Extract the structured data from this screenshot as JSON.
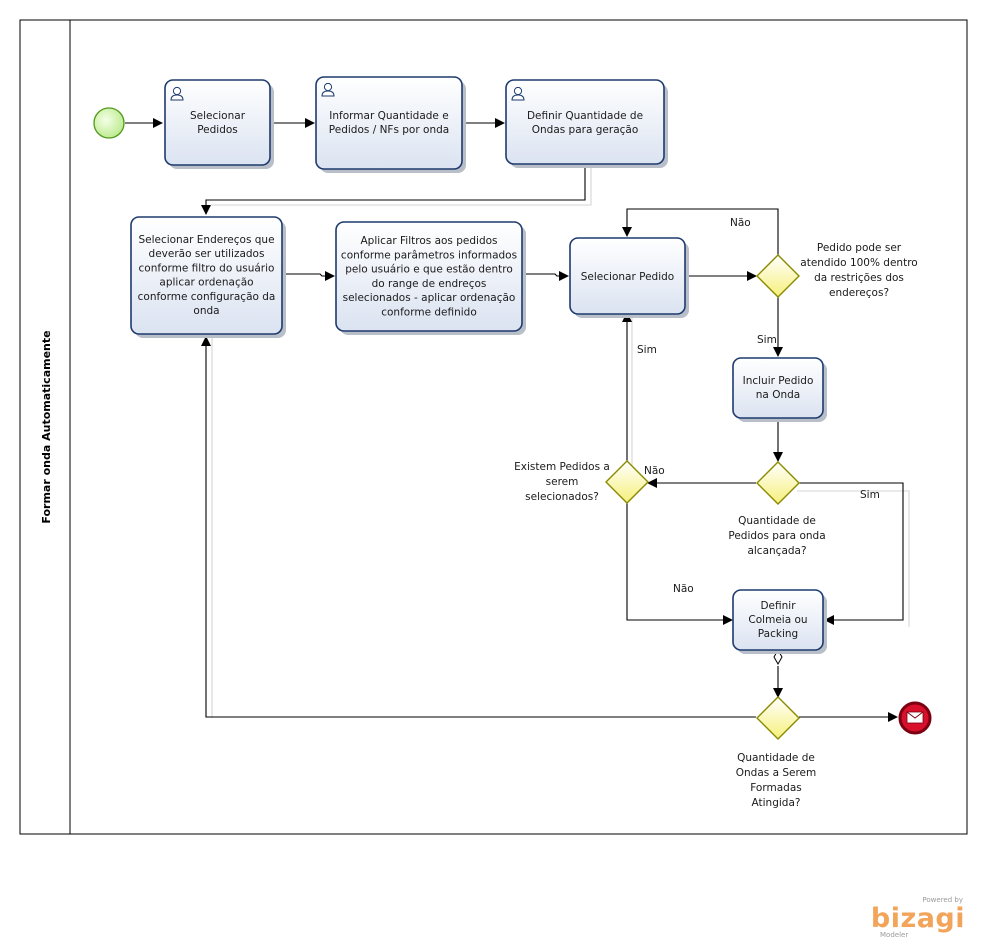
{
  "pool": {
    "lane_title": "Formar onda Automaticamente"
  },
  "tasks": {
    "t1": [
      "Selecionar",
      "Pedidos"
    ],
    "t2": [
      "Informar Quantidade e",
      "Pedidos / NFs por onda"
    ],
    "t3": [
      "Definir Quantidade de",
      "Ondas para geração"
    ],
    "t4": [
      "Selecionar  Endereços que",
      "deverão ser utilizados",
      "conforme filtro do usuário",
      "aplicar ordenação",
      "conforme configuração da",
      "onda"
    ],
    "t5": [
      "Aplicar Filtros aos pedidos",
      "conforme parâmetros informados",
      "pelo usuário e que estão dentro",
      "do range de endreços",
      "selecionados - aplicar ordenação",
      "conforme definido"
    ],
    "t6": [
      "Selecionar Pedido"
    ],
    "t7": [
      "Incluir Pedido",
      "na Onda"
    ],
    "t8": [
      "Definir",
      "Colmeia ou",
      "Packing"
    ]
  },
  "gateways": {
    "g1": [
      "Pedido pode ser",
      "atendido 100% dentro",
      "da restrições dos",
      "endereços?"
    ],
    "g2": [
      "Quantidade de",
      "Pedidos para onda",
      "alcançada?"
    ],
    "g3": [
      "Existem Pedidos a",
      "serem",
      "selecionados?"
    ],
    "g4": [
      "Quantidade de",
      "Ondas a Serem",
      "Formadas",
      "Atingida?"
    ]
  },
  "flow_labels": {
    "g1_no": "Não",
    "g1_yes": "Sim",
    "g2_no": "Não",
    "g2_yes": "Sim",
    "g3_yes": "Sim",
    "g3_no": "Não"
  },
  "branding": {
    "powered_by": "Powered by",
    "name": "bizagi",
    "product": "Modeler"
  },
  "colors": {
    "task_border": "#1e3a6e",
    "start_event": "#c9f0a0",
    "end_event": "#b0001c",
    "gateway": "#fff9a8",
    "brand": "#f3a45b"
  },
  "icons": [
    "user-task-icon",
    "envelope-icon"
  ]
}
